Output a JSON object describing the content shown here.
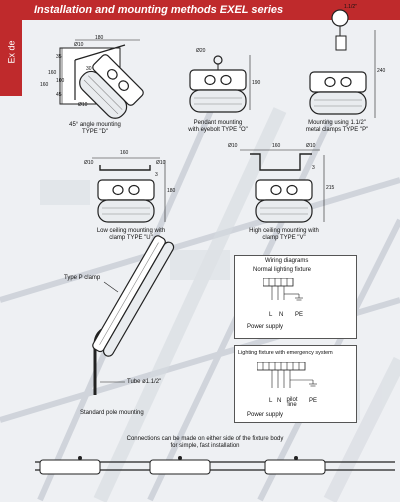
{
  "header": {
    "title": "Installation and mounting methods EXEL series"
  },
  "sidebar": {
    "tab_label": "Ex de"
  },
  "types": {
    "d": {
      "caption_1": "45° angle mounting",
      "caption_2": "TYPE \"D\"",
      "dims": [
        "180",
        "35",
        "160",
        "30",
        "100",
        "160",
        "45",
        "Ø10",
        "Ø10"
      ]
    },
    "o": {
      "caption_1": "Pendant mounting",
      "caption_2": "with eyebolt TYPE \"O\"",
      "dims": [
        "Ø20",
        "190"
      ]
    },
    "p": {
      "caption_1": "Mounting using 1.1/2\"",
      "caption_2": "metal clamps TYPE \"P\"",
      "dims": [
        "1.1/2\"",
        "240"
      ]
    },
    "u": {
      "caption_1": "Low ceiling mounting with",
      "caption_2": "clamp TYPE \"U\"",
      "dims": [
        "160",
        "Ø10",
        "Ø10",
        "3",
        "180"
      ]
    },
    "v": {
      "caption_1": "High ceiling mounting with",
      "caption_2": "clamp TYPE \"V\"",
      "dims": [
        "Ø10",
        "160",
        "Ø10",
        "3",
        "215"
      ]
    }
  },
  "pole": {
    "clamp_label": "Type P clamp",
    "tube_label": "Tube ø1.1/2\"",
    "caption": "Standard pole mounting"
  },
  "wiring": {
    "title": "Wiring diagrams",
    "normal": {
      "title": "Normal lighting fixture",
      "terminals": [
        "L",
        "N",
        "PE"
      ],
      "supply": "Power supply"
    },
    "emergency": {
      "title": "Lighting fixture with emergency system",
      "terminals": [
        "L",
        "N",
        "pilot line",
        "PE"
      ],
      "supply": "Power supply"
    }
  },
  "footer": {
    "line_1": "Connections can be made on either side of the fixture body",
    "line_2": "for simple, fast installation"
  },
  "colors": {
    "brand_red": "#bf2a2c"
  }
}
